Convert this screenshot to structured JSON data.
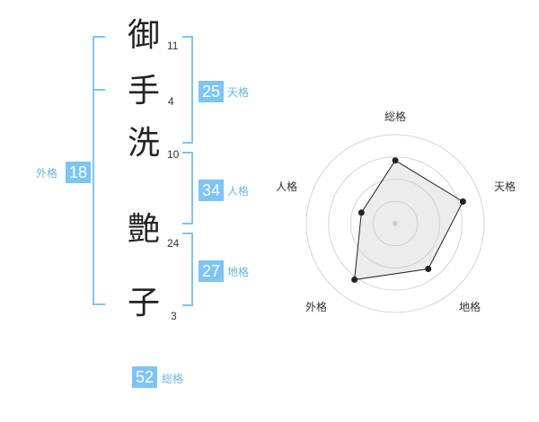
{
  "theme": {
    "accent": "#7cc5f5",
    "label_color": "#6bb6e8"
  },
  "name_chars": [
    {
      "char": "御",
      "strokes": "11"
    },
    {
      "char": "手",
      "strokes": "4"
    },
    {
      "char": "洗",
      "strokes": "10"
    },
    {
      "char": "艶",
      "strokes": "24"
    },
    {
      "char": "子",
      "strokes": "3"
    }
  ],
  "scores": {
    "tenkaku": {
      "value": "25",
      "label": "天格"
    },
    "jinkaku": {
      "value": "34",
      "label": "人格"
    },
    "chikaku": {
      "value": "27",
      "label": "地格"
    },
    "gaikaku": {
      "value": "18",
      "label": "外格"
    },
    "soukaku": {
      "value": "52",
      "label": "総格"
    }
  },
  "chart_data": {
    "type": "radar",
    "axes": [
      "総格",
      "天格",
      "地格",
      "外格",
      "人格"
    ],
    "values": [
      0.71,
      0.8,
      0.63,
      0.78,
      0.4
    ],
    "range": [
      0,
      1
    ],
    "rings": 4,
    "grid": true
  }
}
